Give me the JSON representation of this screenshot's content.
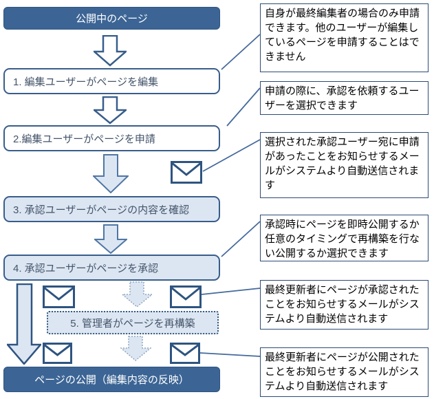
{
  "palette": {
    "dark_blue_fill": "#3C6595",
    "dark_blue_border": "#2E5480",
    "light_blue_fill": "#DCE6F2",
    "box_border_blue": "#385D8A",
    "connector_blue": "#44699D",
    "callout_border": "#2C4A74",
    "box_text": "#44546A",
    "callout_text": "#000000",
    "start_end_text": "#FFFFFF"
  },
  "flow": {
    "start_label": "公開中のページ",
    "steps": [
      {
        "label": "1. 編集ユーザーがページを編集"
      },
      {
        "label": "2.編集ユーザーがページを申請"
      },
      {
        "label": "3. 承認ユーザーがページの内容を確認"
      },
      {
        "label": "4. 承認ユーザーがページを承認"
      },
      {
        "label": "5. 管理者がページを再構築"
      }
    ],
    "end_label": "ページの公開（編集内容の反映）"
  },
  "callouts": [
    {
      "text": "自身が最終編集者の場合のみ申請できます。他のユーザーが編集しているページを申請することはできません"
    },
    {
      "text": "申請の際に、承認を依頼するユーザーを選択できます"
    },
    {
      "text": "選択された承認ユーザー宛に申請があったことをお知らせするメールがシステムより自動送信されます"
    },
    {
      "text": "承認時にページを即時公開するか任意のタイミングで再構築を行ない公開するか選択できます"
    },
    {
      "text": "最終更新者にページが承認されたことをお知らせするメールがシステムより自動送信されます"
    },
    {
      "text": "最終更新者にページが公開されたことをお知らせするメールがシステムより自動送信されます"
    }
  ]
}
